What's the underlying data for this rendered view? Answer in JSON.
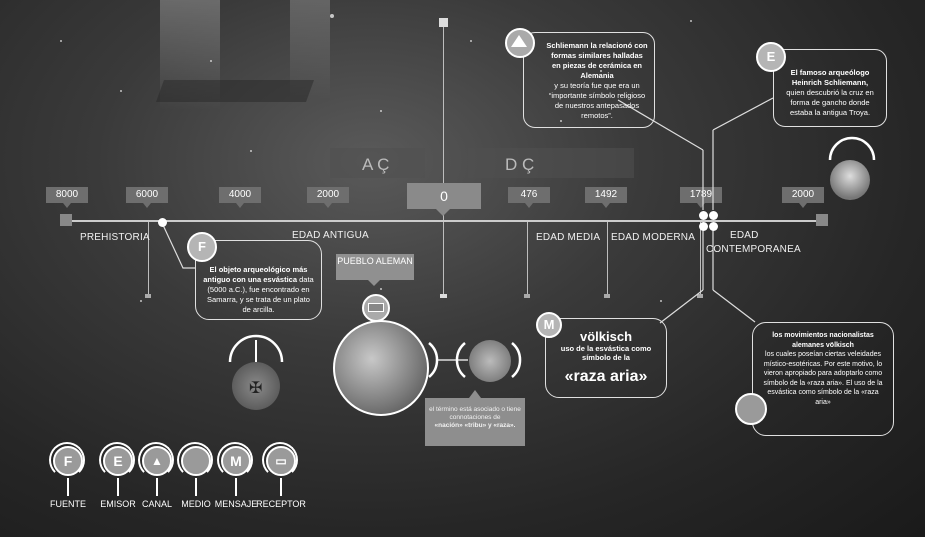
{
  "timeline": {
    "zero_label": "0",
    "ac_label": "A Ç",
    "dc_label": "D Ç",
    "years": [
      "8000",
      "6000",
      "4000",
      "2000",
      "476",
      "1492",
      "1789",
      "2000"
    ],
    "eras": {
      "prehistoria": "PREHISTORIA",
      "antigua": "EDAD ANTIGUA",
      "media": "EDAD MEDIA",
      "moderna": "EDAD MODERNA",
      "contemporanea_1": "EDAD",
      "contemporanea_2": "CONTEMPORANEA"
    }
  },
  "fuente_box": {
    "badge": "F",
    "bold": "El objeto arqueológico más antiguo con una esvástica",
    "text": "data (5000 a.C.), fue encontrado en Samarra, y se trata de un plato de arcilla."
  },
  "pueblo": {
    "label": "PUEBLO ALEMAN",
    "caption_1": "el término está asociado o tiene connotaciones de",
    "caption_2": "«nación» «tribu» y «raza»."
  },
  "volkisch": {
    "badge": "M",
    "title": "völkisch",
    "subtitle": "uso de la esvástica como símbolo de la",
    "main": "«raza aria»"
  },
  "canal_box": {
    "bold": "Schliemann la relacionó con formas similares halladas en piezas de cerámica en Alemania",
    "text": "y su teoría fue que era un “importante símbolo religioso de nuestros antepasados remotos”."
  },
  "emisor_box": {
    "badge": "E",
    "bold": "El famoso arqueólogo Heinrich Schliemann,",
    "text": "quien descubrió la cruz en forma de gancho donde estaba la antigua Troya."
  },
  "medio_box": {
    "bold": "los movimientos nacionalistas alemanes völkisch",
    "text": "los cuales poseían ciertas veleidades místico-esotéricas. Por este motivo, lo vieron apropiado para adoptarlo como símbolo de la «raza aria». El uso de la esvástica como símbolo de la «raza aria»"
  },
  "legend": [
    {
      "glyph": "F",
      "label": "FUENTE"
    },
    {
      "glyph": "E",
      "label": "EMISOR"
    },
    {
      "glyph": "▲",
      "label": "CANAL"
    },
    {
      "glyph": "",
      "label": "MEDIO"
    },
    {
      "glyph": "M",
      "label": "MENSAJE"
    },
    {
      "glyph": "▭",
      "label": "RECEPTOR"
    }
  ]
}
